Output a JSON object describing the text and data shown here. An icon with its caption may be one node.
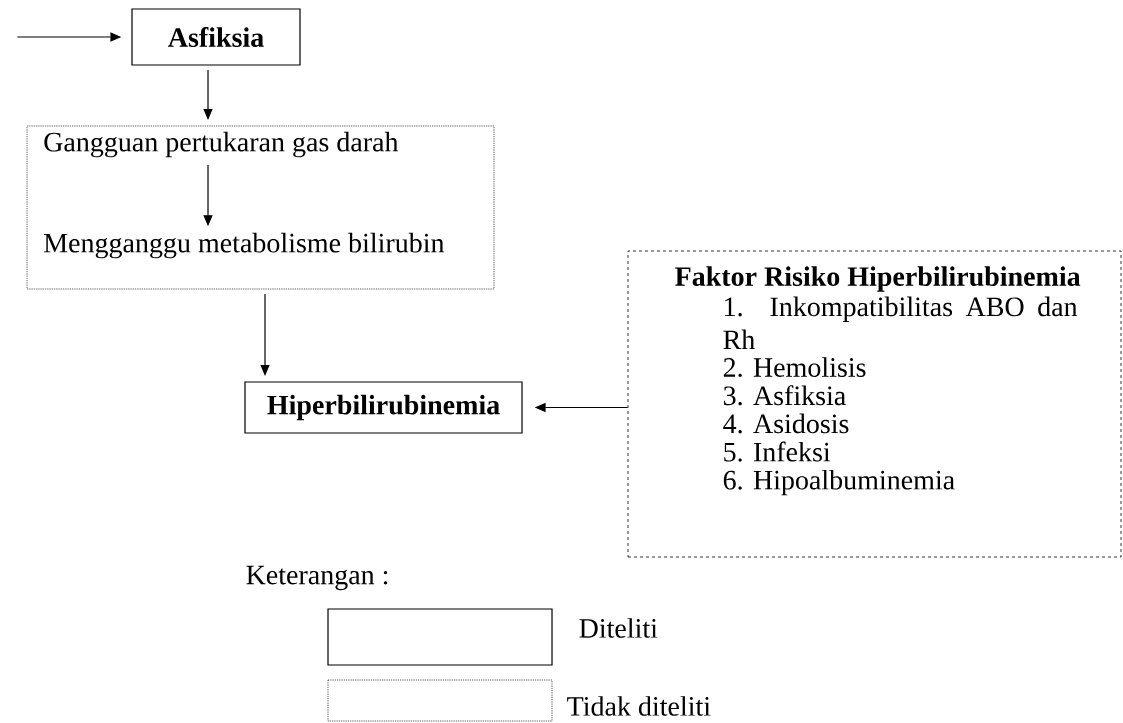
{
  "diagram": {
    "nodes": [
      {
        "text": [
          "Asfiksia"
        ]
      },
      {
        "text": [],
        "shape": "box"
      },
      {
        "text": [
          "Gangguan pertukaran gas darah"
        ],
        "in": 1
      },
      {
        "text": [
          "Mengganggu metabolisme bilirubin"
        ],
        "in": 1
      },
      {
        "text": [
          "Hiperbilirubinemia"
        ]
      },
      {
        "text": [
          "Faktor Risiko Hiperbilirubinemia",
          "1. Inkompatibilitas ABO dan Rh",
          "2. Hemolisis",
          "3. Asfiksia",
          "4. Asidosis",
          "5. Infeksi",
          "6. Hipoalbuminemia"
        ]
      }
    ],
    "edges": [
      {
        "from": null,
        "to": 0,
        "arrow": "to"
      },
      {
        "from": 0,
        "to": 1,
        "arrow": "to"
      },
      {
        "from": 2,
        "to": 3,
        "arrow": "to"
      },
      {
        "from": 1,
        "to": 4,
        "arrow": "to"
      },
      {
        "from": 5,
        "to": 4,
        "arrow": "to"
      }
    ],
    "labels": [
      "Keterangan :"
    ],
    "legend": [
      {
        "text": "Diteliti"
      },
      {
        "text": "Tidak diteliti"
      }
    ]
  }
}
